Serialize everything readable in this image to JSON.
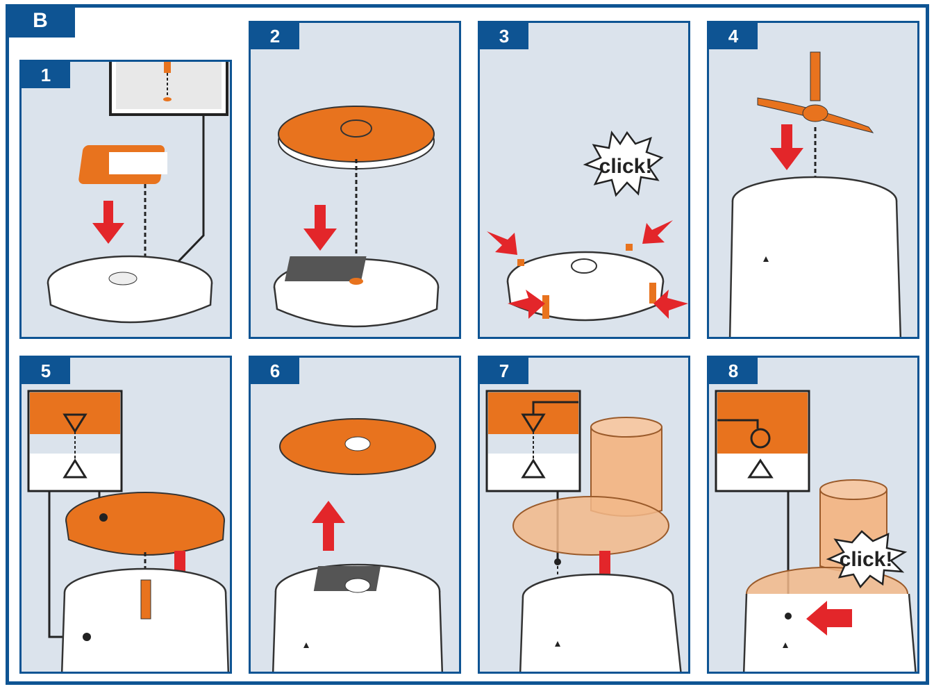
{
  "section": {
    "label": "B"
  },
  "steps": [
    {
      "number": "1"
    },
    {
      "number": "2"
    },
    {
      "number": "3",
      "sound": "click!"
    },
    {
      "number": "4"
    },
    {
      "number": "5"
    },
    {
      "number": "6"
    },
    {
      "number": "7"
    },
    {
      "number": "8",
      "sound": "click!"
    }
  ],
  "colors": {
    "accent": "#e8731e",
    "arrow": "#e3262a",
    "frame": "#0e5493",
    "panel": "#dbe3ec"
  }
}
